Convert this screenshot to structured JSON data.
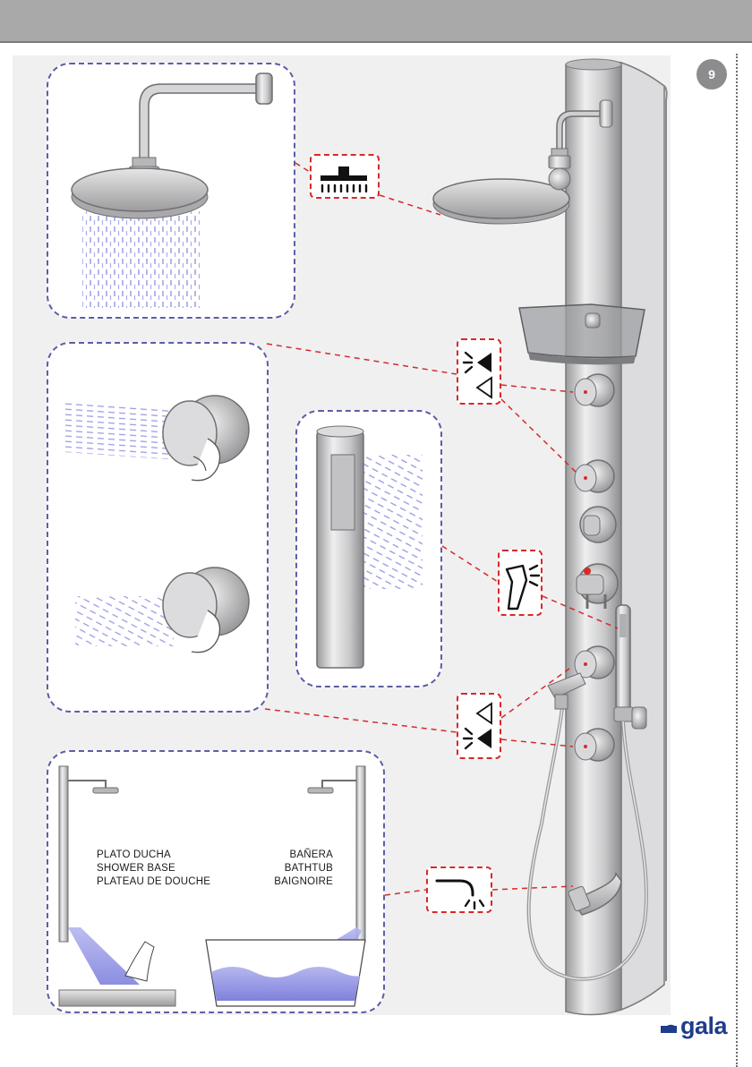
{
  "page": {
    "number": "9"
  },
  "usage_modes": {
    "shower_base": {
      "es": "PLATO DUCHA",
      "en": "SHOWER BASE",
      "fr": "PLATEAU DE DOUCHE"
    },
    "bathtub": {
      "es": "BAÑERA",
      "en": "BATHTUB",
      "fr": "BAIGNOIRE"
    }
  },
  "brand": {
    "name": "gala",
    "color": "#1f3d8a"
  },
  "colors": {
    "callout": "#d62a2a",
    "panel_border": "#5d5ea6",
    "spray": "#8c8ee6",
    "header": "#a9a9aa"
  },
  "icons": {
    "overhead_shower": "rain-shower-icon",
    "body_jets_upper": "body-jet-icon",
    "hand_shower": "hand-shower-icon",
    "body_jets_lower": "body-jet-icon",
    "spout": "spout-icon"
  }
}
